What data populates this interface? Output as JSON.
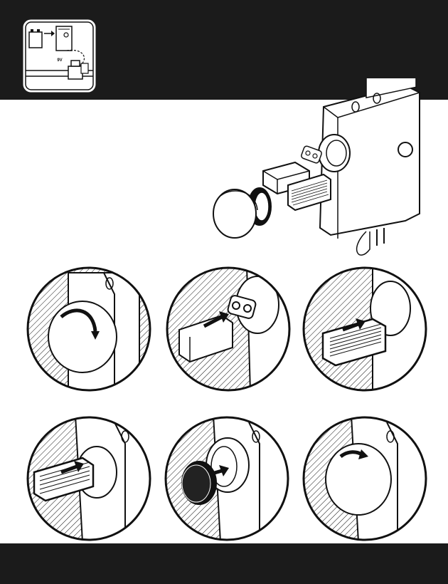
{
  "header": {
    "icon_name": "battery-to-valve-icon",
    "battery_label": "9V"
  },
  "colors": {
    "band": "#1b1b1b",
    "line": "#111111",
    "paper": "#ffffff"
  },
  "steps": [
    {
      "name": "step-1-remove-cap",
      "icon": "rotate-arrow-icon"
    },
    {
      "name": "step-2-insert-battery-clip",
      "icon": "push-arrow-icon"
    },
    {
      "name": "step-3-place-battery-holder",
      "icon": "push-arrow-icon"
    },
    {
      "name": "step-4-slide-holder-in",
      "icon": "push-arrow-icon"
    },
    {
      "name": "step-5-seat-o-ring-cap",
      "icon": "push-arrow-icon"
    },
    {
      "name": "step-6-close-cap",
      "icon": "rotate-arrow-icon"
    }
  ]
}
